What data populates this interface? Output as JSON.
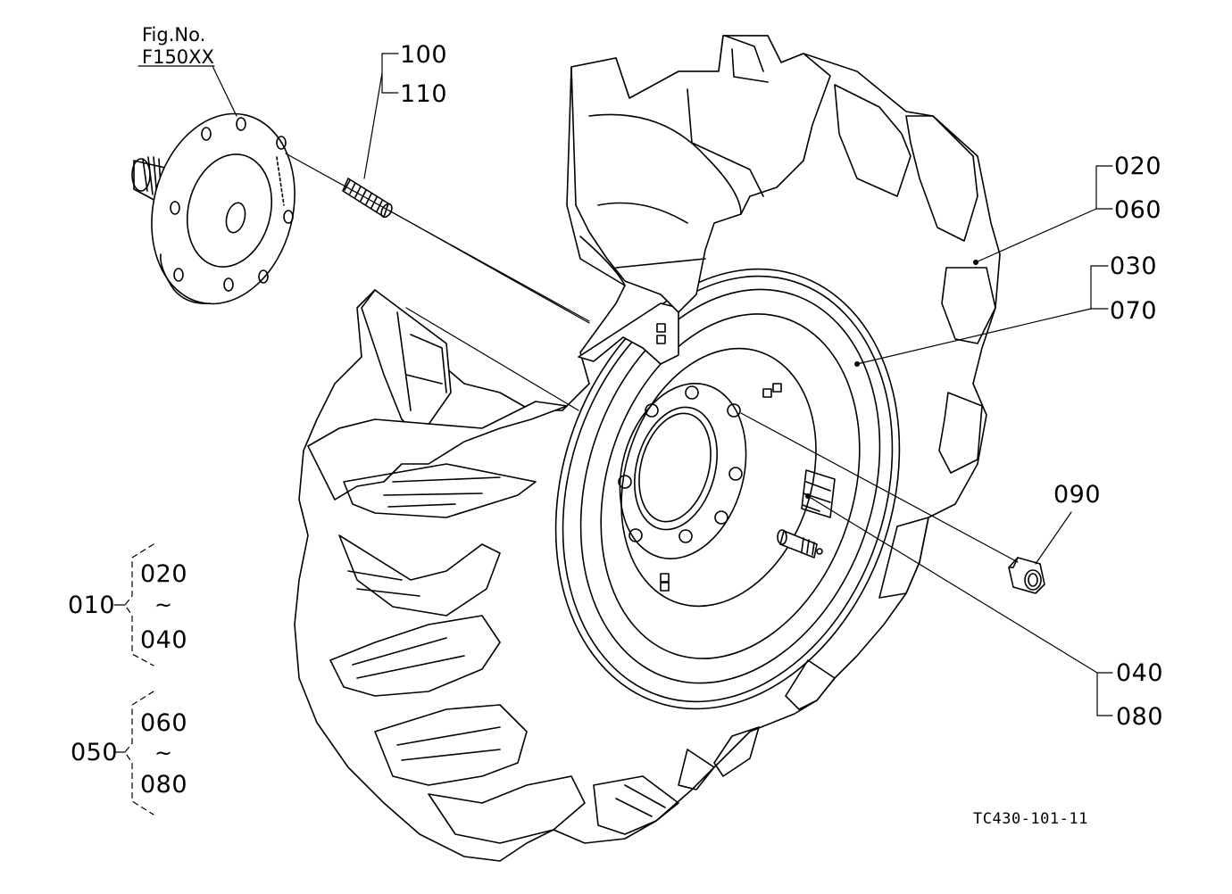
{
  "figure_reference": {
    "line1": "Fig.No.",
    "line2": "F150XX"
  },
  "callouts": {
    "c100": "100",
    "c110": "110",
    "c020": "020",
    "c060": "060",
    "c030": "030",
    "c070": "070",
    "c090": "090",
    "c040": "040",
    "c080": "080"
  },
  "assembly_legend": [
    {
      "id": "010",
      "from": "020",
      "tilde": "~",
      "to": "040"
    },
    {
      "id": "050",
      "from": "060",
      "tilde": "~",
      "to": "080"
    }
  ],
  "drawing_code": "TC430-101-11",
  "icons": [
    "wheel-hub-icon",
    "stud-bolt-icon",
    "lug-wheel-icon",
    "nut-icon",
    "valve-icon"
  ]
}
